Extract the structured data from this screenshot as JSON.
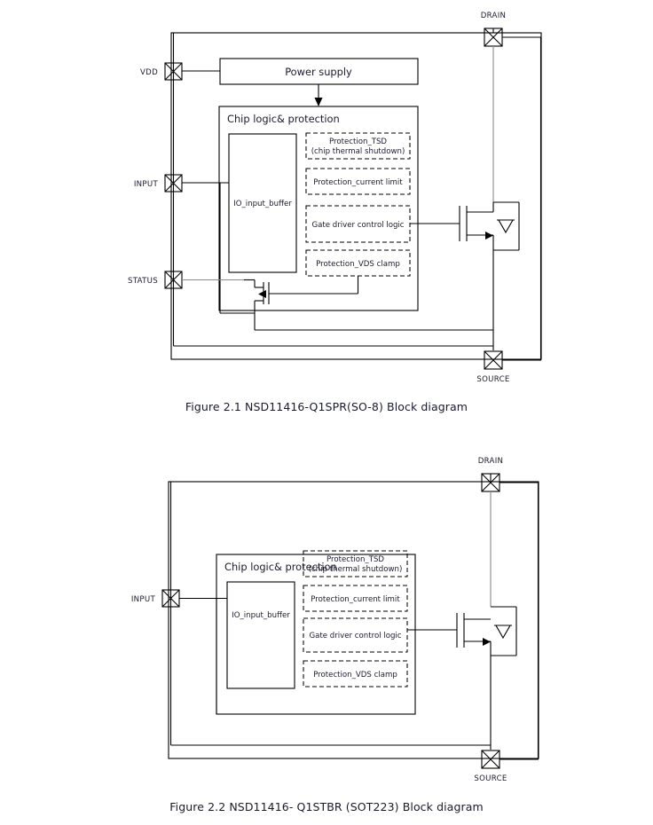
{
  "document": {
    "type": "datasheet-block-diagrams",
    "page_background": "#ffffff",
    "line_color": "#000000",
    "text_color": "#1a1a2e"
  },
  "figures": [
    {
      "id": "figure-2-1",
      "caption": "Figure 2.1 NSD11416-Q1SPR(SO-8) Block diagram",
      "part": "NSD11416-Q1SPR",
      "package": "SO-8",
      "pins": [
        {
          "name": "VDD",
          "side": "left",
          "symbol": "crossed-square-pad"
        },
        {
          "name": "INPUT",
          "side": "left",
          "symbol": "crossed-square-pad"
        },
        {
          "name": "STATUS",
          "side": "left",
          "symbol": "crossed-square-pad"
        },
        {
          "name": "DRAIN",
          "side": "top",
          "symbol": "crossed-square-pad"
        },
        {
          "name": "SOURCE",
          "side": "bottom",
          "symbol": "crossed-square-pad"
        }
      ],
      "blocks": [
        {
          "name": "power-supply",
          "label": "Power supply",
          "style": "solid"
        },
        {
          "name": "chip-logic-protection",
          "label": "Chip logic& protection",
          "style": "solid-container"
        },
        {
          "name": "io-input-buffer",
          "label": "IO_input_buffer",
          "style": "solid"
        },
        {
          "name": "protection-tsd",
          "label": "Protection_TSD",
          "label2": "(chip thermal shutdown)",
          "style": "dashed"
        },
        {
          "name": "protection-current-limit",
          "label": "Protection_current limit",
          "style": "dashed"
        },
        {
          "name": "gate-driver-control-logic",
          "label": "Gate driver control logic",
          "style": "dashed"
        },
        {
          "name": "protection-vds-clamp",
          "label": "Protection_VDS clamp",
          "style": "dashed"
        }
      ],
      "devices": [
        {
          "name": "power-nmos",
          "type": "n-channel-mosfet-with-body-diode"
        },
        {
          "name": "status-nmos",
          "type": "n-channel-mosfet"
        }
      ]
    },
    {
      "id": "figure-2-2",
      "caption": "Figure 2.2 NSD11416- Q1STBR (SOT223) Block diagram",
      "part": "NSD11416-Q1STBR",
      "package": "SOT223",
      "pins": [
        {
          "name": "INPUT",
          "side": "left",
          "symbol": "crossed-square-pad"
        },
        {
          "name": "DRAIN",
          "side": "top",
          "symbol": "crossed-square-pad"
        },
        {
          "name": "SOURCE",
          "side": "bottom",
          "symbol": "crossed-square-pad"
        }
      ],
      "blocks": [
        {
          "name": "chip-logic-protection",
          "label": "Chip logic& protection",
          "style": "solid-container"
        },
        {
          "name": "io-input-buffer",
          "label": "IO_input_buffer",
          "style": "solid"
        },
        {
          "name": "protection-tsd",
          "label": "Protection_TSD",
          "label2": "(chip thermal shutdown)",
          "style": "dashed"
        },
        {
          "name": "protection-current-limit",
          "label": "Protection_current limit",
          "style": "dashed"
        },
        {
          "name": "gate-driver-control-logic",
          "label": "Gate driver control logic",
          "style": "dashed"
        },
        {
          "name": "protection-vds-clamp",
          "label": "Protection_VDS clamp",
          "style": "dashed"
        }
      ],
      "devices": [
        {
          "name": "power-nmos",
          "type": "n-channel-mosfet-with-body-diode"
        }
      ]
    }
  ]
}
